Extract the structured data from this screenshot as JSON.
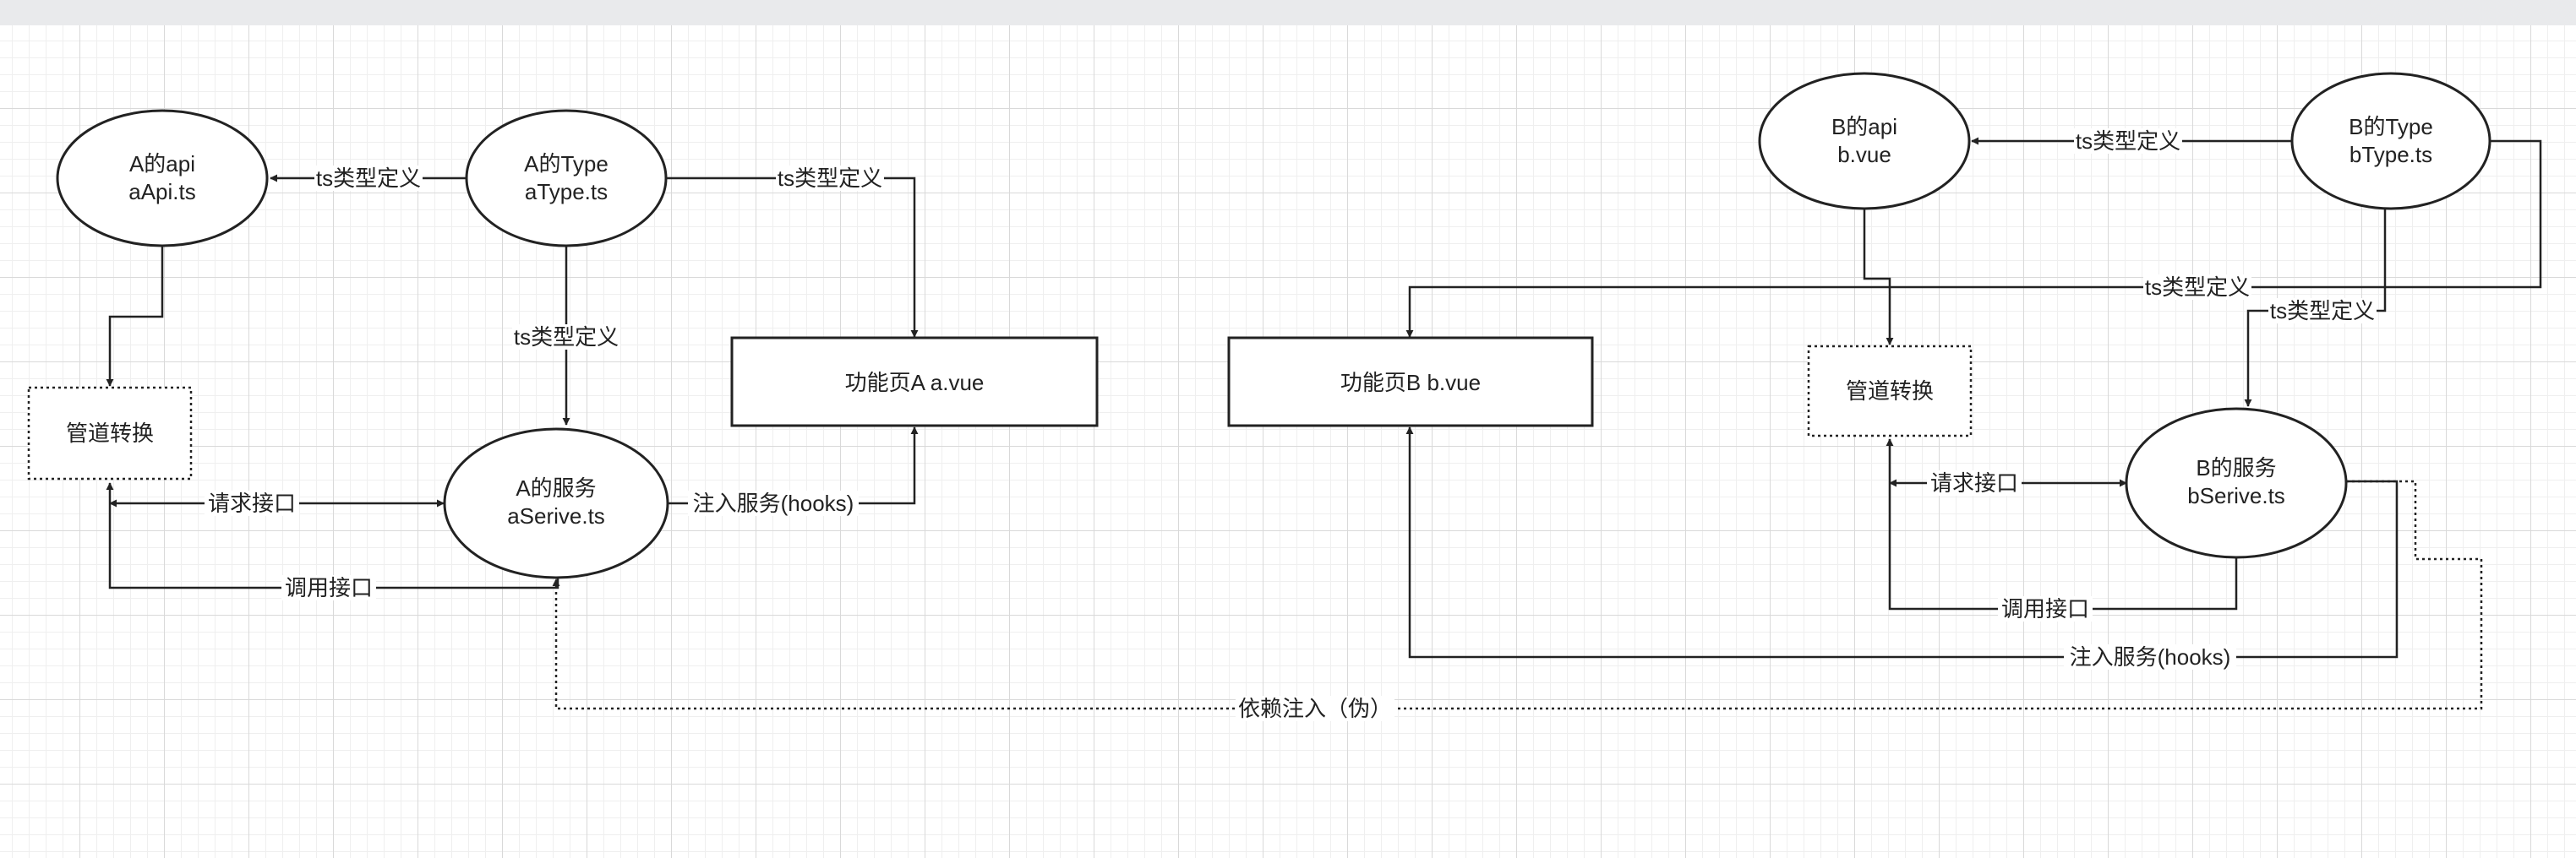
{
  "nodes": {
    "a_api": {
      "line1": "A的api",
      "line2": "aApi.ts"
    },
    "a_type": {
      "line1": "A的Type",
      "line2": "aType.ts"
    },
    "a_pipe": {
      "label": "管道转换"
    },
    "a_service": {
      "line1": "A的服务",
      "line2": "aSerive.ts"
    },
    "a_page": {
      "label": "功能页A a.vue"
    },
    "b_page": {
      "label": "功能页B b.vue"
    },
    "b_api": {
      "line1": "B的api",
      "line2": "b.vue"
    },
    "b_type": {
      "line1": "B的Type",
      "line2": "bType.ts"
    },
    "b_pipe": {
      "label": "管道转换"
    },
    "b_service": {
      "line1": "B的服务",
      "line2": "bSerive.ts"
    }
  },
  "edges": {
    "a_type_to_api": "ts类型定义",
    "a_type_to_page": "ts类型定义",
    "a_type_to_service": "ts类型定义",
    "a_request": "请求接口",
    "a_call": "调用接口",
    "a_inject": "注入服务(hooks)",
    "b_type_to_api": "ts类型定义",
    "b_type_to_page": "ts类型定义",
    "b_type_to_service": "ts类型定义",
    "b_request": "请求接口",
    "b_call": "调用接口",
    "b_inject": "注入服务(hooks)",
    "pseudo_di": "依赖注入（伪）"
  }
}
